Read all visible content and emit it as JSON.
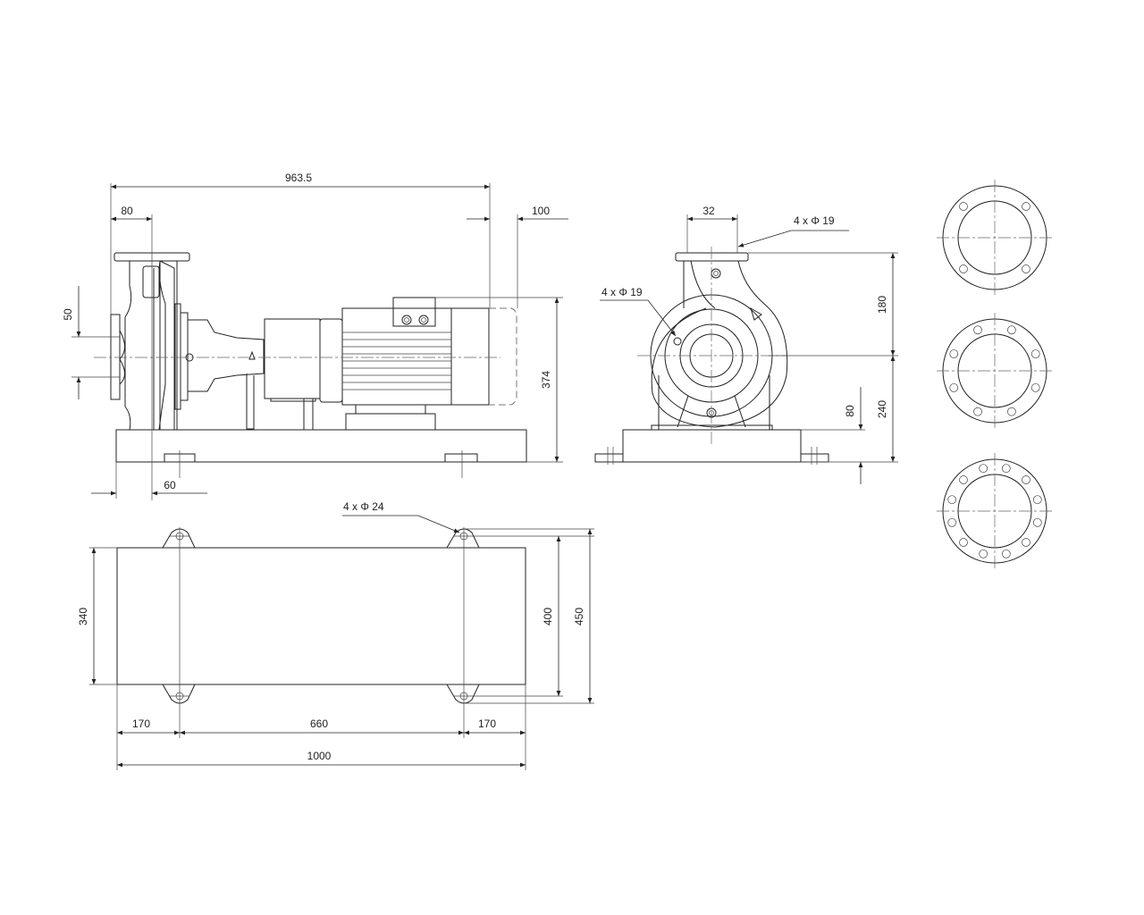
{
  "side_view": {
    "dim_overall_length": "963.5",
    "dim_suction_offset": "80",
    "dim_motor_overhang": "100",
    "dim_shaft_height_band": "50",
    "dim_total_height": "374",
    "dim_base_offset": "60"
  },
  "front_view": {
    "dim_discharge": "32",
    "discharge_holes_note": "4 x Φ 19",
    "suction_holes_note": "4 x Φ 19",
    "dim_discharge_height": "180",
    "dim_shaft_center_height": "240",
    "dim_base_height": "80"
  },
  "plan_view": {
    "mounting_holes_note": "4 x Φ 24",
    "dim_base_width": "340",
    "dim_hole_spacing_width": "400",
    "dim_overall_width": "450",
    "dim_edge_left": "170",
    "dim_hole_spacing_length": "660",
    "dim_edge_right": "170",
    "dim_base_length": "1000"
  },
  "flanges": {
    "hole_counts": [
      4,
      8,
      12
    ]
  }
}
